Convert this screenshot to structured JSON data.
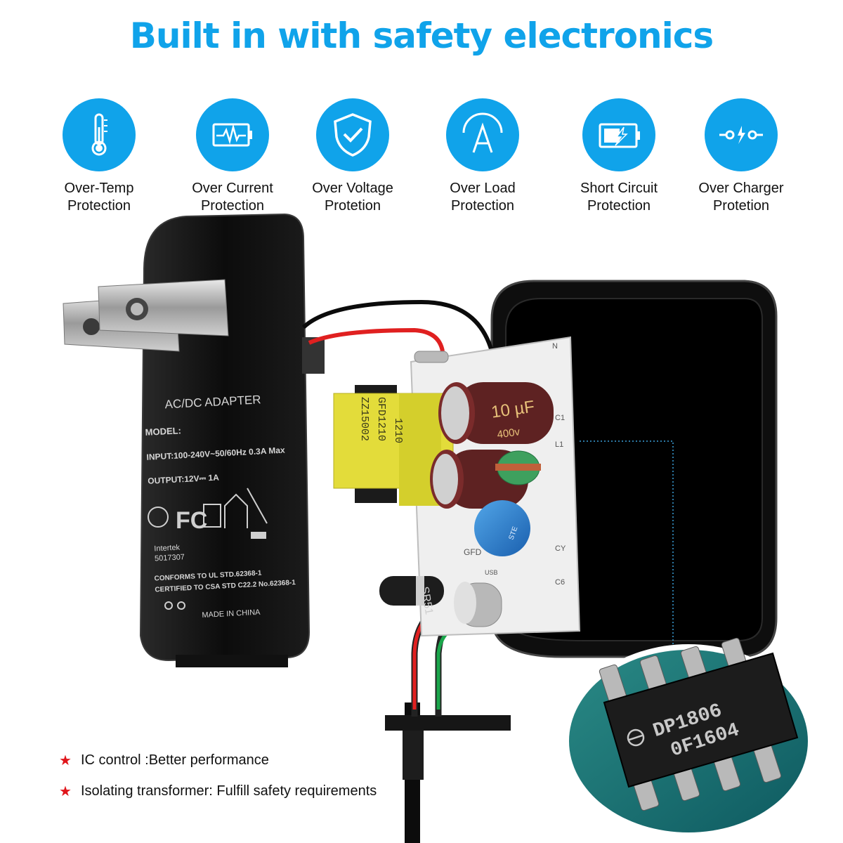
{
  "title": "Built in with safety electronics",
  "colors": {
    "accent": "#10a3ea",
    "star": "#e0151b",
    "housing": "#111111"
  },
  "features": [
    {
      "icon": "thermometer-icon",
      "line1": "Over-Temp",
      "line2": "Protection"
    },
    {
      "icon": "current-wave-icon",
      "line1": "Over Current",
      "line2": "Protection"
    },
    {
      "icon": "shield-check-icon",
      "line1": "Over Voltage",
      "line2": "Protetion"
    },
    {
      "icon": "ampere-icon",
      "line1": "Over Load",
      "line2": "Protection"
    },
    {
      "icon": "battery-bolt-icon",
      "line1": "Short Circuit",
      "line2": "Protection"
    },
    {
      "icon": "switch-circuit-icon",
      "line1": "Over Charger",
      "line2": "Protetion"
    }
  ],
  "adapter": {
    "label": "AC/DC ADAPTER",
    "model": "MODEL:",
    "input": "INPUT:100-240V~50/60Hz 0.3A Max",
    "output": "OUTPUT:12V⎓ 1A",
    "intertek": "Intertek",
    "cert_no": "5017307",
    "conforms": "CONFORMS TO UL STD.62368-1",
    "certified": "CERTIFIED TO CSA STD C22.2 No.62368-1",
    "made_in": "MADE IN CHINA"
  },
  "pcb": {
    "transformer": "ZZ15002",
    "transformer_2": "GFD1210",
    "transformer_3": "1210",
    "capacitor": "10 µF",
    "capacitor_v": "400v",
    "chip_line1": "DP1806",
    "chip_line2": "0F1604",
    "diode": "SR51",
    "labels": [
      "C1",
      "L1",
      "CY",
      "C6",
      "N",
      "USB",
      "GFD"
    ]
  },
  "bullets": [
    "IC control :Better performance",
    "Isolating transformer: Fulfill safety requirements"
  ]
}
